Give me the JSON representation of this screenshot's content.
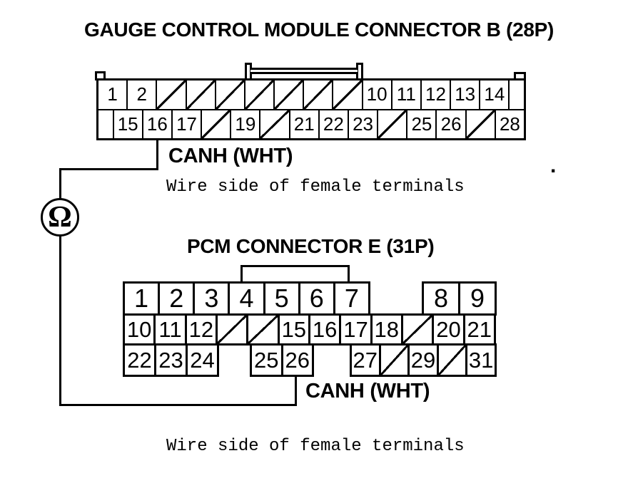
{
  "page": {
    "background": "#ffffff",
    "ink": "#000000"
  },
  "connector_b": {
    "title": "GAUGE CONTROL MODULE CONNECTOR B (28P)",
    "wire_label": "CANH (WHT)",
    "caption": "Wire side of female terminals",
    "rows": {
      "row1": [
        {
          "t": "pin",
          "label": "1"
        },
        {
          "t": "pin",
          "label": "2"
        },
        {
          "t": "hatch"
        },
        {
          "t": "hatch"
        },
        {
          "t": "hatch"
        },
        {
          "t": "hatch"
        },
        {
          "t": "hatch"
        },
        {
          "t": "hatch"
        },
        {
          "t": "hatch"
        },
        {
          "t": "pin",
          "label": "10"
        },
        {
          "t": "pin",
          "label": "11"
        },
        {
          "t": "pin",
          "label": "12"
        },
        {
          "t": "pin",
          "label": "13"
        },
        {
          "t": "pin",
          "label": "14"
        },
        {
          "t": "blank",
          "w": 0.5
        }
      ],
      "row2": [
        {
          "t": "blank",
          "w": 0.5
        },
        {
          "t": "pin",
          "label": "15"
        },
        {
          "t": "pin",
          "label": "16"
        },
        {
          "t": "pin",
          "label": "17"
        },
        {
          "t": "hatch"
        },
        {
          "t": "pin",
          "label": "19"
        },
        {
          "t": "hatch"
        },
        {
          "t": "pin",
          "label": "21"
        },
        {
          "t": "pin",
          "label": "22"
        },
        {
          "t": "pin",
          "label": "23"
        },
        {
          "t": "hatch"
        },
        {
          "t": "pin",
          "label": "25"
        },
        {
          "t": "pin",
          "label": "26"
        },
        {
          "t": "hatch"
        },
        {
          "t": "pin",
          "label": "28"
        }
      ]
    }
  },
  "meter": {
    "symbol": "Ω",
    "name": "ohmmeter"
  },
  "connector_e": {
    "title": "PCM CONNECTOR E (31P)",
    "wire_label": "CANH (WHT)",
    "caption": "Wire side of female terminals",
    "rows": {
      "row1_left": [
        {
          "t": "pin",
          "label": "1"
        },
        {
          "t": "pin",
          "label": "2"
        },
        {
          "t": "pin",
          "label": "3"
        },
        {
          "t": "pin",
          "label": "4"
        },
        {
          "t": "pin",
          "label": "5"
        },
        {
          "t": "pin",
          "label": "6"
        },
        {
          "t": "pin",
          "label": "7"
        }
      ],
      "row1_right": [
        {
          "t": "pin",
          "label": "8"
        },
        {
          "t": "pin",
          "label": "9"
        }
      ],
      "row2": [
        {
          "t": "pin",
          "label": "10"
        },
        {
          "t": "pin",
          "label": "11"
        },
        {
          "t": "pin",
          "label": "12"
        },
        {
          "t": "hatch"
        },
        {
          "t": "hatch"
        },
        {
          "t": "pin",
          "label": "15"
        },
        {
          "t": "pin",
          "label": "16"
        },
        {
          "t": "pin",
          "label": "17"
        },
        {
          "t": "pin",
          "label": "18"
        },
        {
          "t": "hatch"
        },
        {
          "t": "pin",
          "label": "20"
        },
        {
          "t": "pin",
          "label": "21"
        }
      ],
      "row3_left": [
        {
          "t": "pin",
          "label": "22"
        },
        {
          "t": "pin",
          "label": "23"
        },
        {
          "t": "pin",
          "label": "24"
        }
      ],
      "row3_mid": [
        {
          "t": "pin",
          "label": "25"
        },
        {
          "t": "pin",
          "label": "26"
        }
      ],
      "row3_right": [
        {
          "t": "pin",
          "label": "27"
        },
        {
          "t": "hatch"
        },
        {
          "t": "pin",
          "label": "29"
        },
        {
          "t": "hatch"
        },
        {
          "t": "pin",
          "label": "31"
        }
      ]
    }
  },
  "stray_dot": "."
}
